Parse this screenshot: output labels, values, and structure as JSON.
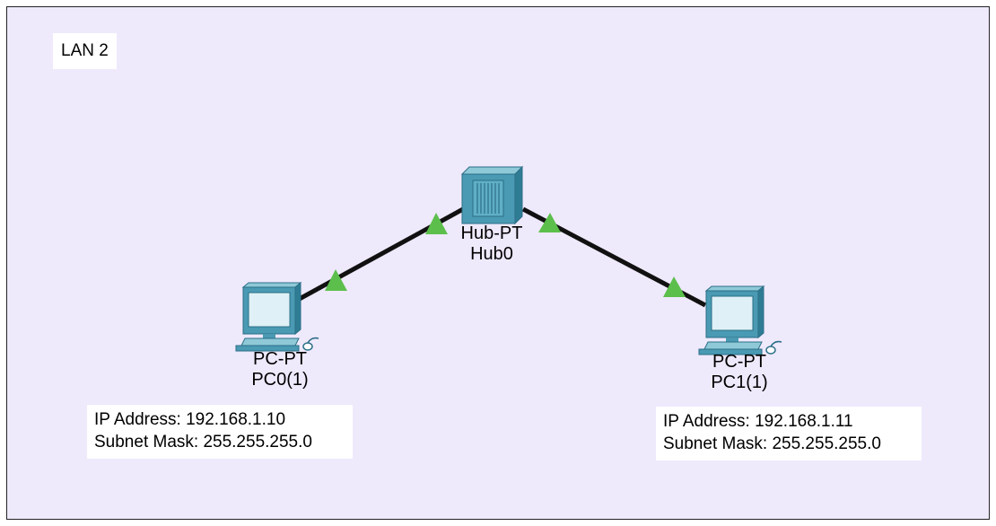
{
  "network": {
    "area_label": "LAN 2",
    "hub": {
      "type": "Hub-PT",
      "name": "Hub0"
    },
    "pcs": [
      {
        "type": "PC-PT",
        "name": "PC0(1)",
        "ip_line": "IP Address: 192.168.1.10",
        "mask_line": "Subnet Mask: 255.255.255.0"
      },
      {
        "type": "PC-PT",
        "name": "PC1(1)",
        "ip_line": "IP Address: 192.168.1.11",
        "mask_line": "Subnet Mask: 255.255.255.0"
      }
    ],
    "colors": {
      "canvas": "#efe9fc",
      "link": "#111111",
      "link_up": "#5cbf4c",
      "device": "#3f8ea8"
    },
    "icons": {
      "hub": "hub-icon",
      "pc": "pc-icon"
    }
  }
}
